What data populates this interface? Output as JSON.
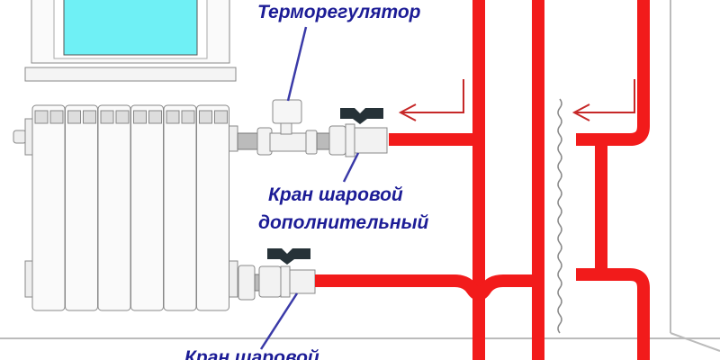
{
  "labels": {
    "thermostat": "Терморегулятор",
    "extra_valve_line1": "Кран шаровой",
    "extra_valve_line2": "дополнительный",
    "bottom_valve": "Кран шаровой"
  },
  "colors": {
    "pipe": "#f21b1b",
    "label": "#1c1c96",
    "glass": "#6ff0f5",
    "outline": "#7a7a7a"
  }
}
